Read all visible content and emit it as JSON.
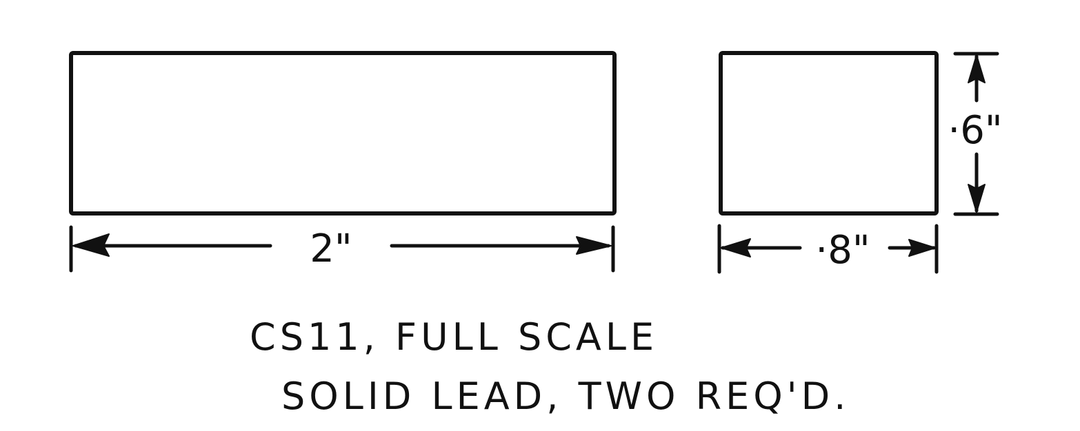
{
  "dimensions": {
    "length": "2\"",
    "height": "·6\"",
    "width": "·8\""
  },
  "notes": {
    "line1": "CS11, FULL SCALE",
    "line2": "SOLID LEAD, TWO REQ'D."
  }
}
